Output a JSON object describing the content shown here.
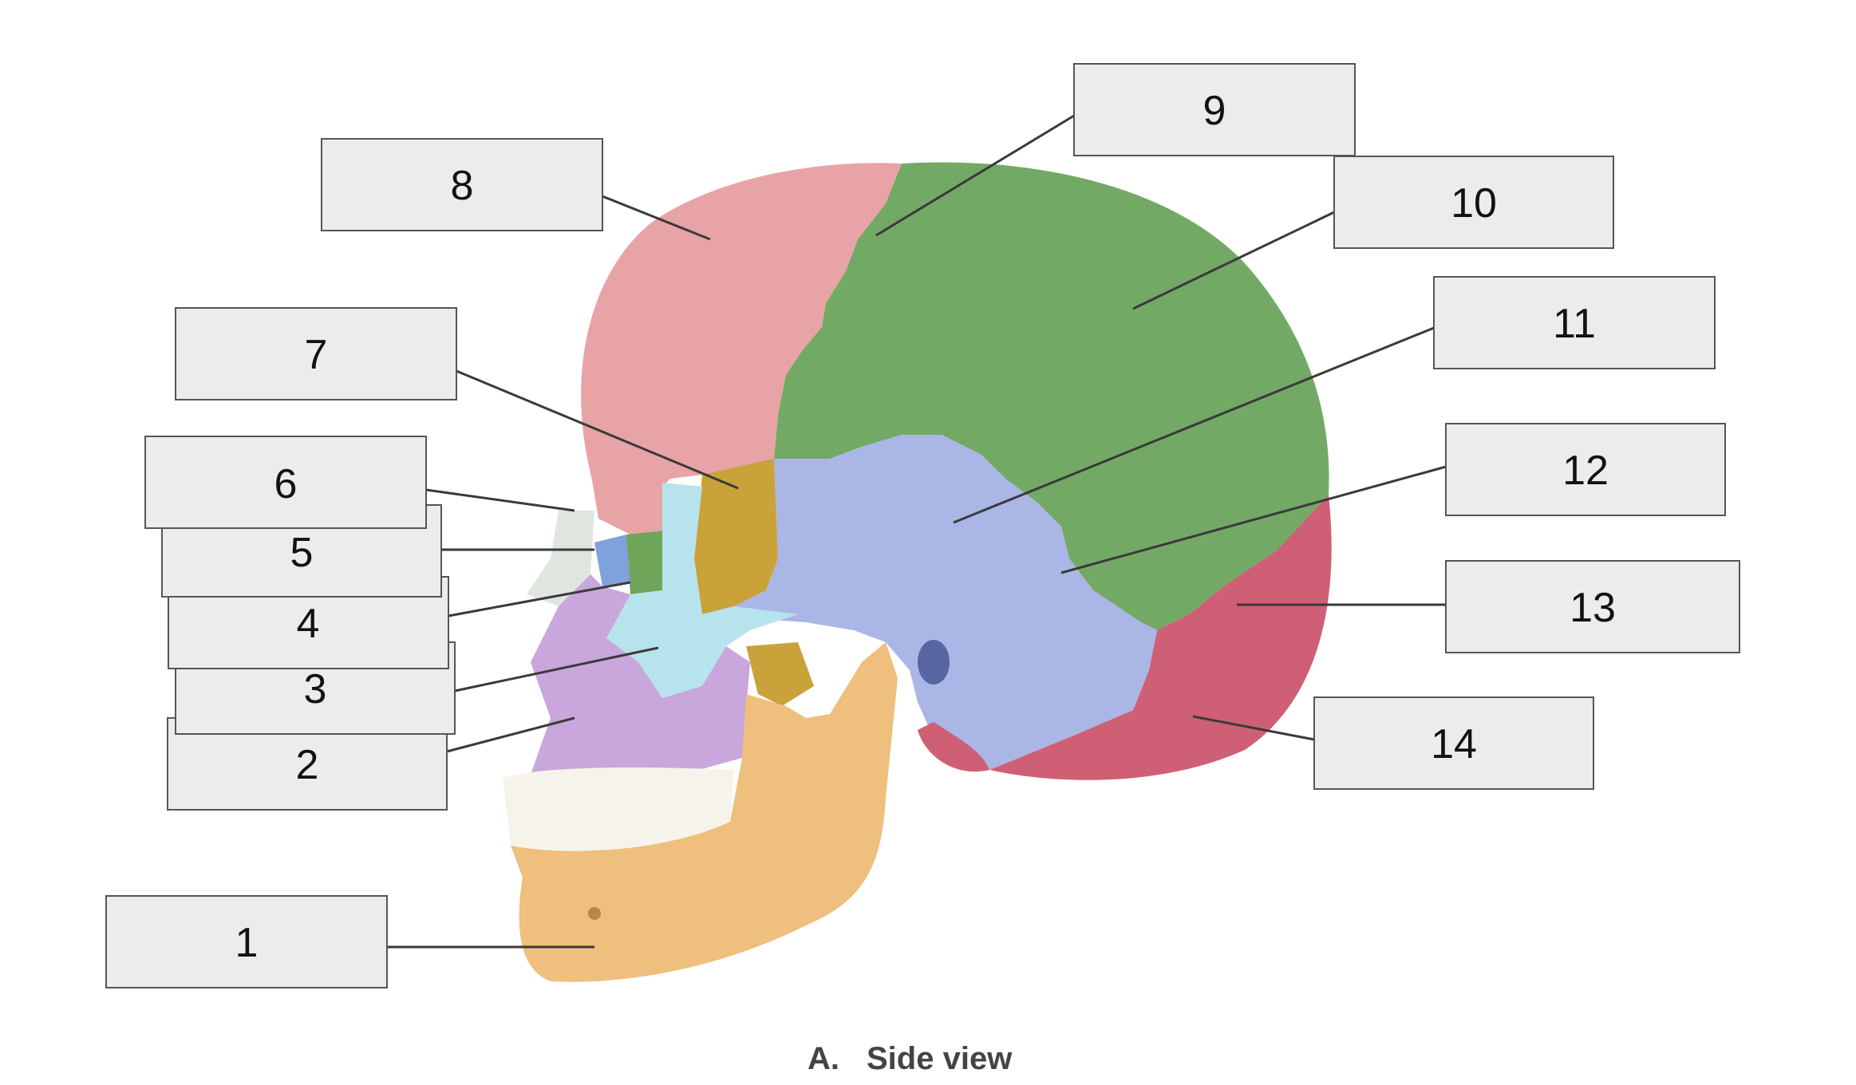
{
  "caption": {
    "letter": "A.",
    "text": "Side view"
  },
  "labels": [
    {
      "text": "1"
    },
    {
      "text": "2"
    },
    {
      "text": "3"
    },
    {
      "text": "4"
    },
    {
      "text": "5"
    },
    {
      "text": "6"
    },
    {
      "text": "7"
    },
    {
      "text": "8"
    },
    {
      "text": "9"
    },
    {
      "text": "10"
    },
    {
      "text": "11"
    },
    {
      "text": "12"
    },
    {
      "text": "13"
    },
    {
      "text": "14"
    }
  ],
  "colors": {
    "frontal": "#e8a3a6",
    "parietal": "#72a965",
    "temporal": "#a9b6e6",
    "occipital": "#cf5f74",
    "sphenoid": "#c9a23a",
    "zygomatic": "#b7e3ec",
    "maxilla": "#c9a6db",
    "mandible": "#efbf7e",
    "nasal": "#dfe5df",
    "lacrimal": "#7fa2dc",
    "ethmoid": "#6fa65a",
    "teeth": "#f6f4ea"
  }
}
